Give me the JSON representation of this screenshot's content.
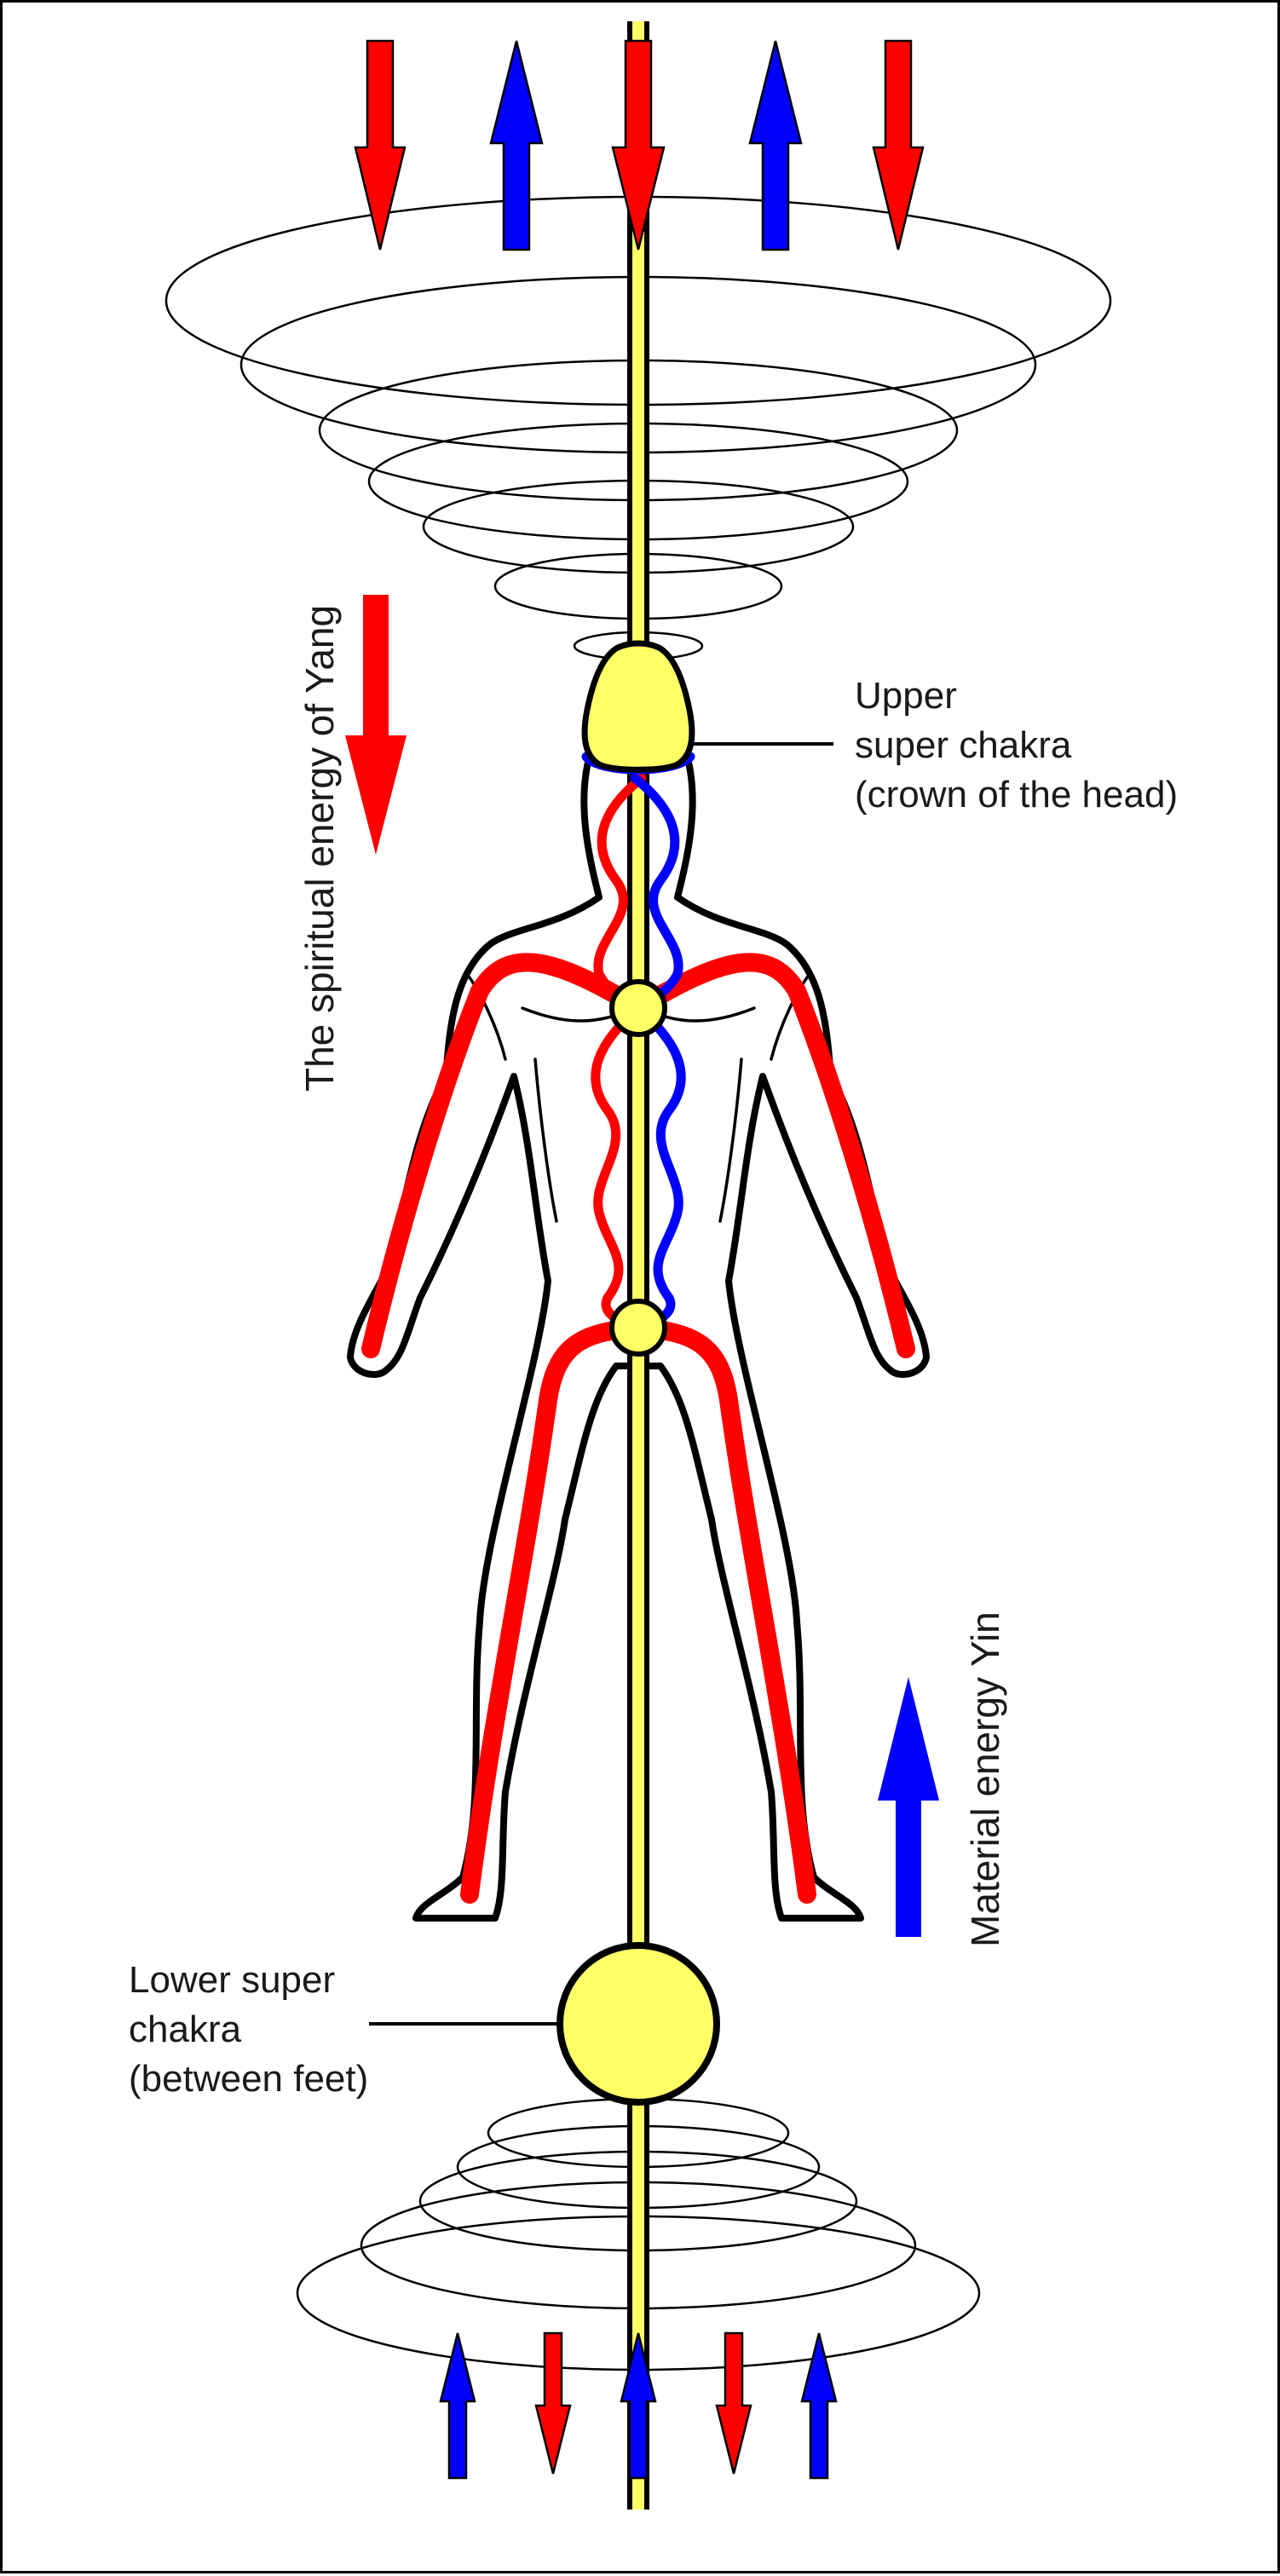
{
  "labels": {
    "upper_chakra": [
      "Upper",
      "super chakra",
      "(crown of the head)"
    ],
    "lower_chakra": [
      "Lower super",
      "chakra",
      "(between feet)"
    ],
    "yang_energy": "The spiritual energy of Yang",
    "yin_energy": "Material energy Yin"
  },
  "colors": {
    "yang": "#ff0000",
    "yin": "#0000ff",
    "chakra_fill": "#ffff66",
    "outline": "#000000"
  },
  "icons": {
    "down_arrow": "down-arrow-icon",
    "up_arrow": "up-arrow-icon"
  }
}
